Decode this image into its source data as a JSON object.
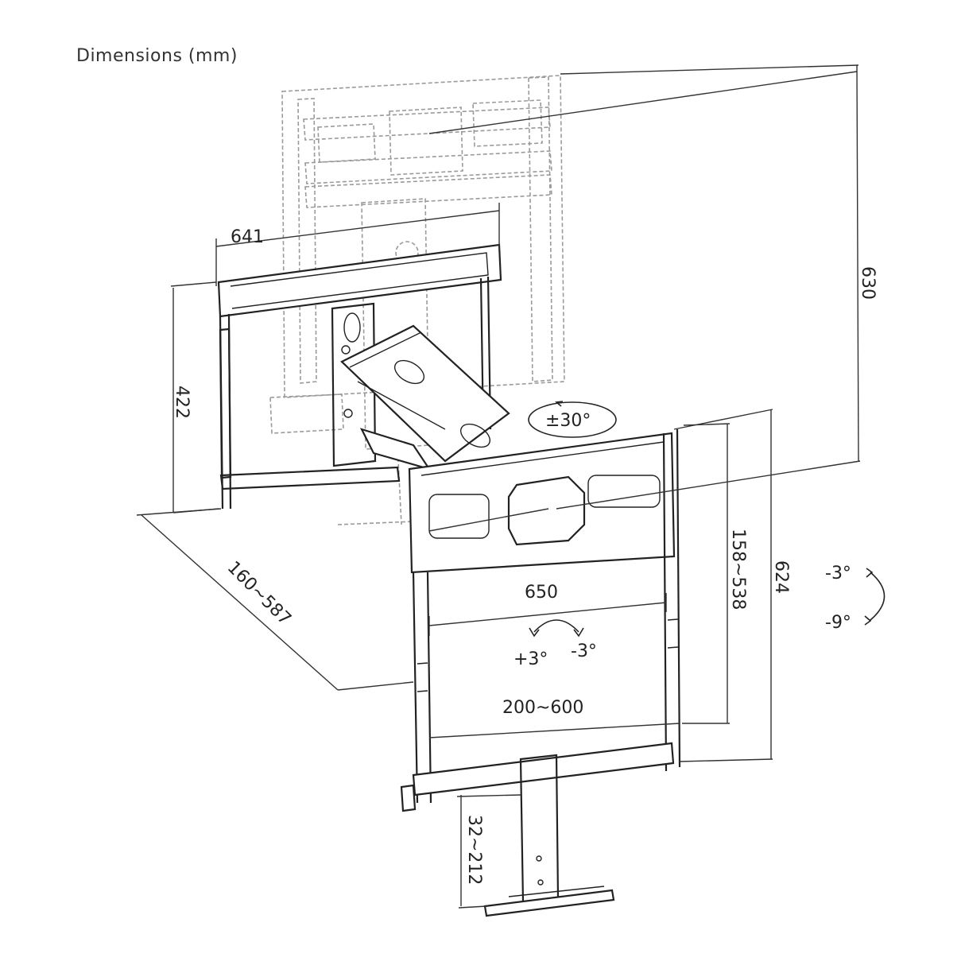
{
  "title": "Dimensions (mm)",
  "dimensions": {
    "width_top": "641",
    "height_left": "422",
    "extension": "160~587",
    "width_plate": "650",
    "height_total_right": "630",
    "range_vertical": "158~538",
    "height_plate": "624",
    "range_horizontal": "200~600",
    "range_bottom": "32~212"
  },
  "angles": {
    "swivel": "±30°",
    "level_plus": "+3°",
    "level_minus": "-3°",
    "tilt_up": "-3°",
    "tilt_down": "-9°"
  },
  "colors": {
    "line": "#222222",
    "ghost": "#9a9a9a"
  }
}
